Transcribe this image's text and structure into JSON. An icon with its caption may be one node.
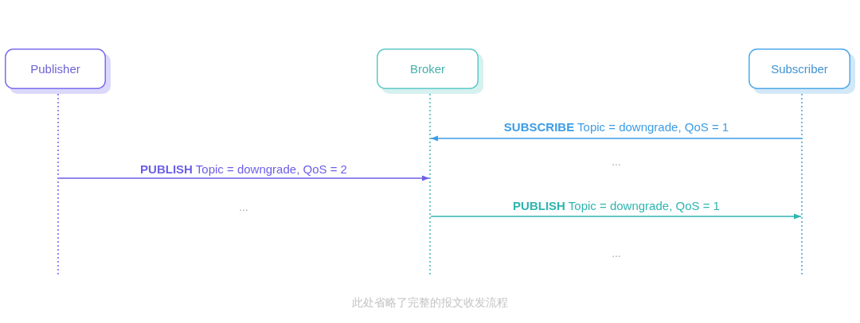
{
  "diagram": {
    "caption": "此处省略了完整的报文收发流程",
    "nodes": [
      {
        "text": [
          "Publisher"
        ]
      },
      {
        "text": [
          "Broker"
        ]
      },
      {
        "text": [
          "Subscriber"
        ]
      },
      {
        "text": [],
        "shape": "line"
      },
      {
        "text": [],
        "shape": "line"
      },
      {
        "text": [],
        "shape": "line"
      }
    ],
    "edges": [
      {
        "from": 5,
        "to": 4,
        "arrow": "to",
        "label": "**SUBSCRIBE** Topic = downgrade, QoS = 1",
        "color": "#3d9de6"
      },
      {
        "from": 3,
        "to": 4,
        "arrow": "to",
        "label": "**PUBLISH** Topic = downgrade, QoS = 2",
        "color": "#6d5fe8"
      },
      {
        "from": 4,
        "to": 5,
        "arrow": "to",
        "label": "**PUBLISH** Topic = downgrade, QoS = 1",
        "color": "#2fb5b0"
      }
    ],
    "labels": [
      "…",
      "…",
      "…"
    ]
  }
}
